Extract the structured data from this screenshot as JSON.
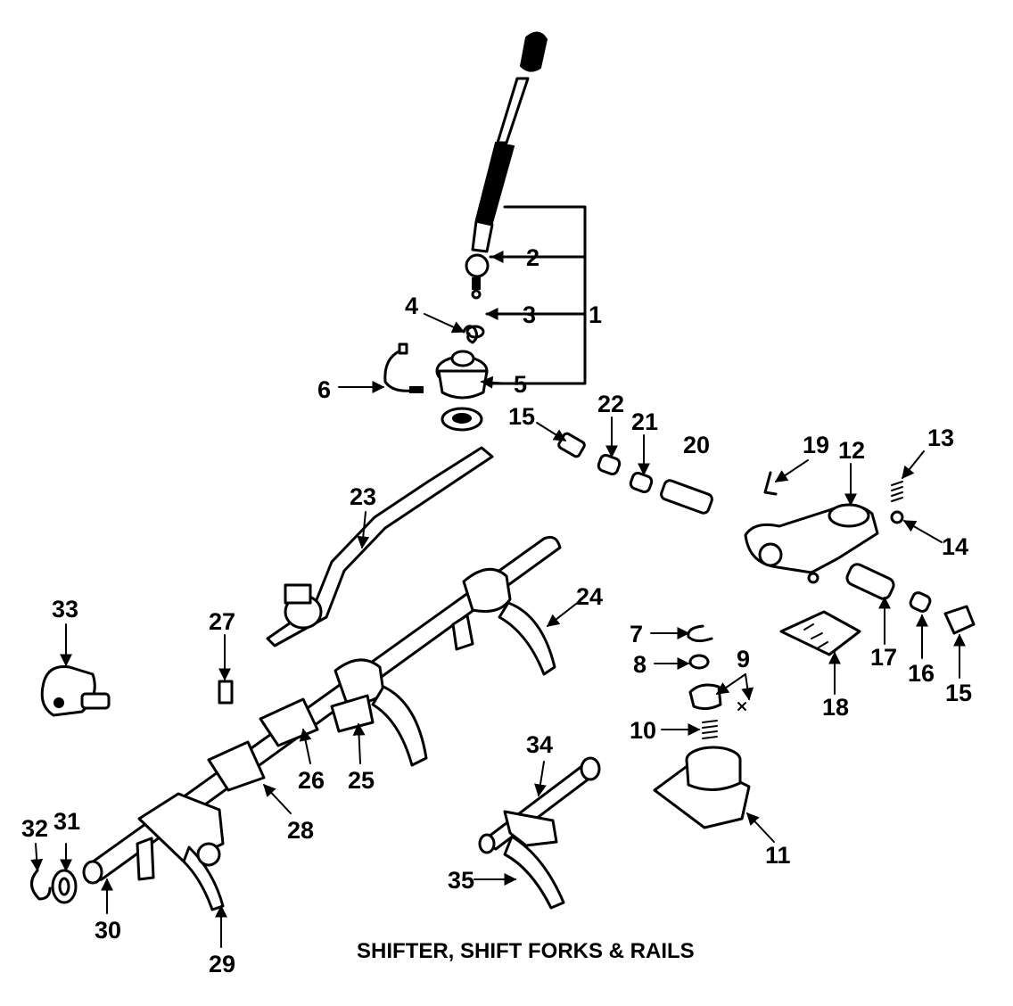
{
  "caption": "SHIFTER, SHIFT FORKS & RAILS",
  "callouts": {
    "c1": "1",
    "c2": "2",
    "c3": "3",
    "c4": "4",
    "c5": "5",
    "c6": "6",
    "c7": "7",
    "c8": "8",
    "c9": "9",
    "c10": "10",
    "c11": "11",
    "c12": "12",
    "c13": "13",
    "c14": "14",
    "c15a": "15",
    "c15b": "15",
    "c16": "16",
    "c17": "17",
    "c18": "18",
    "c19": "19",
    "c20": "20",
    "c21": "21",
    "c22": "22",
    "c23": "23",
    "c24": "24",
    "c25": "25",
    "c26": "26",
    "c27": "27",
    "c28": "28",
    "c29": "29",
    "c30": "30",
    "c31": "31",
    "c32": "32",
    "c33": "33",
    "c34": "34",
    "c35": "35"
  },
  "colors": {
    "ink": "#000000",
    "paper": "#ffffff"
  }
}
